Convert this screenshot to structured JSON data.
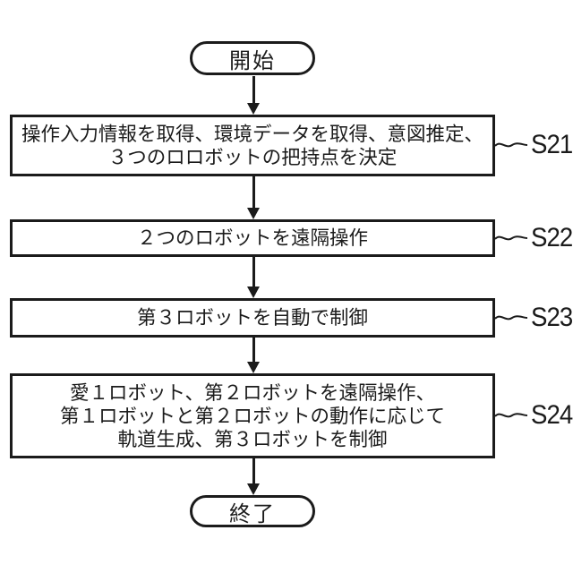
{
  "figure": {
    "type": "flowchart",
    "background_color": "#ffffff",
    "line_color": "#1b1b1b",
    "start_label": "開始",
    "end_label": "終了",
    "steps": [
      {
        "id": "S21",
        "lines": [
          "操作入力情報を取得、環境データを取得、意図推定、",
          "３つのロロボットの把持点を決定"
        ]
      },
      {
        "id": "S22",
        "lines": [
          "２つのロボットを遠隔操作"
        ]
      },
      {
        "id": "S23",
        "lines": [
          "第３ロボットを自動で制御"
        ]
      },
      {
        "id": "S24",
        "lines": [
          "愛１ロボット、第２ロボットを遠隔操作、",
          "第１ロボットと第２ロボットの動作に応じて",
          "軌道生成、第３ロボットを制御"
        ]
      }
    ]
  }
}
